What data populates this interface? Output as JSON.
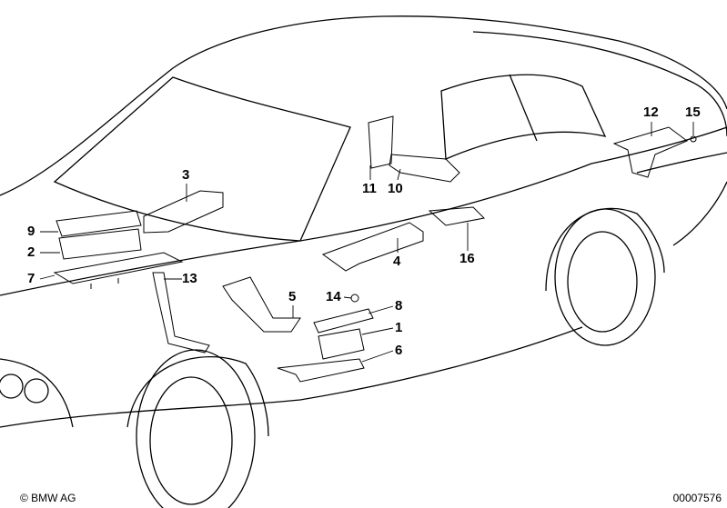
{
  "diagram": {
    "callouts": [
      {
        "id": "9",
        "label": "9"
      },
      {
        "id": "2",
        "label": "2"
      },
      {
        "id": "7",
        "label": "7"
      },
      {
        "id": "3",
        "label": "3"
      },
      {
        "id": "13",
        "label": "13"
      },
      {
        "id": "5",
        "label": "5"
      },
      {
        "id": "14",
        "label": "14"
      },
      {
        "id": "8",
        "label": "8"
      },
      {
        "id": "1",
        "label": "1"
      },
      {
        "id": "6",
        "label": "6"
      },
      {
        "id": "11",
        "label": "11"
      },
      {
        "id": "10",
        "label": "10"
      },
      {
        "id": "4",
        "label": "4"
      },
      {
        "id": "16",
        "label": "16"
      },
      {
        "id": "12",
        "label": "12"
      },
      {
        "id": "15",
        "label": "15"
      }
    ]
  },
  "footer": {
    "copyright": "© BMW AG",
    "diagram_number": "00007576"
  }
}
